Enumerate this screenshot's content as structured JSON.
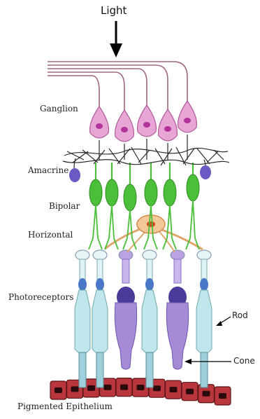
{
  "labels": {
    "light": "Light",
    "ganglion": "Ganglion",
    "amacrine": "Amacrine",
    "bipolar": "Bipolar",
    "horizontal": "Horizontal",
    "photoreceptors": "Photoreceptors",
    "rod": "Rod",
    "cone": "Cone",
    "pigmented_epithelium": "Pigmented Epithelium"
  },
  "colors": {
    "ganglion": "#e8a6d6",
    "ganglion_nucleus": "#b2349a",
    "amacrine": "#6a5bc4",
    "bipolar": "#4cbf3a",
    "horizontal": "#f5c89a",
    "rod": "#bfe6ea",
    "cone": "#a58ad6",
    "pigmented_epithelium": "#b8363c",
    "dendrites": "#2a2a2a",
    "axons": "#a0667f"
  }
}
